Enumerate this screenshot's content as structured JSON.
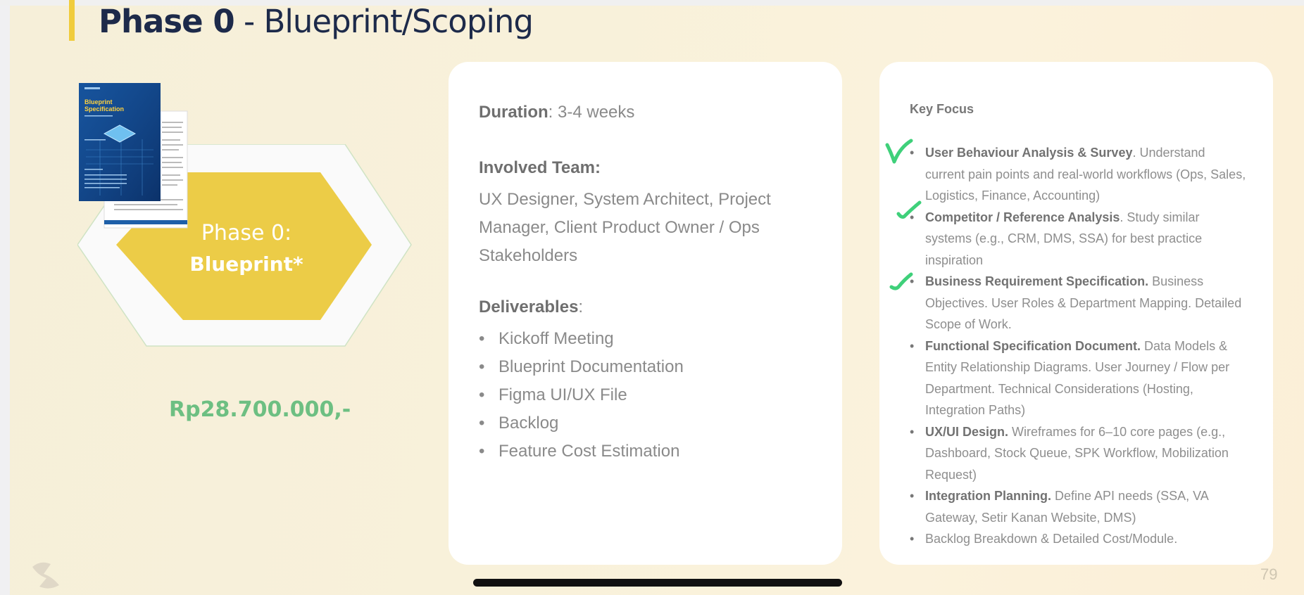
{
  "slide": {
    "title_bold": "Phase 0",
    "title_rest": " - Blueprint/Scoping",
    "page_number": "79"
  },
  "hexagon": {
    "line1": "Phase 0:",
    "line2": "Blueprint*",
    "fill_color": "#eccc47",
    "outline_color": "#cfe3c4"
  },
  "price": "Rp28.700.000,-",
  "details": {
    "duration_label": "Duration",
    "duration_value": ": 3-4 weeks",
    "team_label": "Involved Team:",
    "team_value": "UX Designer, System Architect, Project Manager, Client Product Owner / Ops Stakeholders",
    "deliverables_label": "Deliverables",
    "deliverables_colon": ":",
    "deliverables": [
      "Kickoff Meeting",
      "Blueprint Documentation",
      "Figma UI/UX File",
      "Backlog",
      "Feature Cost Estimation"
    ]
  },
  "key_focus": {
    "title": "Key Focus",
    "items": [
      {
        "bold": "User Behaviour Analysis & Survey",
        "text": ". Understand current pain points and real-world workflows (Ops, Sales, Logistics, Finance, Accounting)"
      },
      {
        "bold": "Competitor / Reference Analysis",
        "text": ". Study similar systems (e.g., CRM, DMS, SSA) for best practice inspiration"
      },
      {
        "bold": "Business Requirement Specification.",
        "text": " Business Objectives. User Roles & Department Mapping. Detailed Scope of Work."
      },
      {
        "bold": "Functional Specification Document.",
        "text": " Data Models & Entity Relationship Diagrams. User Journey / Flow per Department. Technical Considerations (Hosting, Integration Paths)"
      },
      {
        "bold": "UX/UI Design.",
        "text": " Wireframes for 6–10 core pages (e.g., Dashboard, Stock Queue, SPK Workflow, Mobilization Request)"
      },
      {
        "bold": "Integration Planning.",
        "text": " Define API needs (SSA, VA Gateway, Setir Kanan Website, DMS)"
      },
      {
        "bold": "",
        "text": "Backlog Breakdown & Detailed Cost/Module."
      }
    ]
  },
  "document_thumbnail": {
    "title": "Blueprint Specification"
  },
  "colors": {
    "accent_yellow": "#f0cc3c",
    "title_navy": "#1d2a4a",
    "price_green": "#6dbf82",
    "check_green": "#3fd07a"
  }
}
